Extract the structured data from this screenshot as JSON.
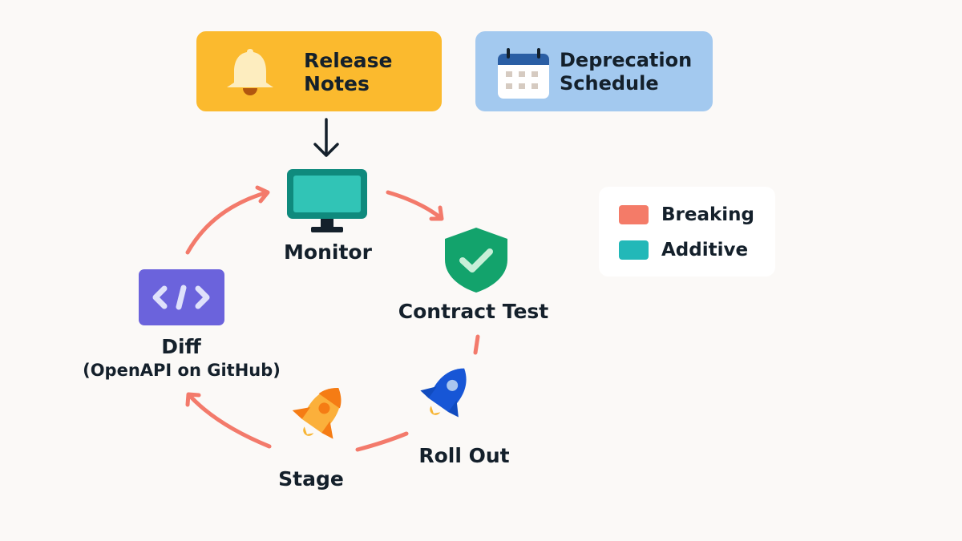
{
  "cards": {
    "release_notes": {
      "label_line1": "Release",
      "label_line2": "Notes",
      "icon": "bell-icon",
      "color": "#fbba2e"
    },
    "deprecation_schedule": {
      "label_line1": "Deprecation",
      "label_line2": "Schedule",
      "icon": "calendar-icon",
      "color": "#a3c9ef"
    }
  },
  "cycle": {
    "monitor": {
      "label": "Monitor",
      "icon": "monitor-icon"
    },
    "contract_test": {
      "label": "Contract Test",
      "icon": "shield-check-icon"
    },
    "roll_out": {
      "label": "Roll Out",
      "icon": "rocket-icon"
    },
    "stage": {
      "label": "Stage",
      "icon": "rocket-icon"
    },
    "diff": {
      "label": "Diff",
      "sublabel": "(OpenAPI on GitHub)",
      "icon": "code-icon"
    }
  },
  "legend": {
    "items": [
      {
        "label": "Breaking",
        "color": "#f47b68"
      },
      {
        "label": "Additive",
        "color": "#22b8b8"
      }
    ]
  },
  "colors": {
    "arrow": "#f37a6b",
    "text": "#14202b"
  }
}
